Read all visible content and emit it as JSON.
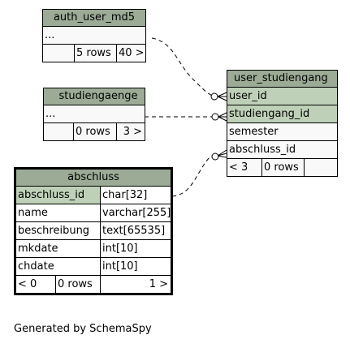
{
  "tables": {
    "auth_user_md5": {
      "title": "auth_user_md5",
      "ellipsis": "...",
      "footer": {
        "left": "",
        "rows": "5 rows",
        "right": "40 >"
      }
    },
    "studiengaenge": {
      "title": "studiengaenge",
      "ellipsis": "...",
      "footer": {
        "left": "",
        "rows": "0 rows",
        "right": "3 >"
      }
    },
    "user_studiengang": {
      "title": "user_studiengang",
      "columns": [
        "user_id",
        "studiengang_id",
        "semester",
        "abschluss_id"
      ],
      "footer": {
        "left": "< 3",
        "rows": "0 rows",
        "right": ""
      }
    },
    "abschluss": {
      "title": "abschluss",
      "columns": [
        {
          "name": "abschluss_id",
          "type": "char[32]"
        },
        {
          "name": "name",
          "type": "varchar[255]"
        },
        {
          "name": "beschreibung",
          "type": "text[65535]"
        },
        {
          "name": "mkdate",
          "type": "int[10]"
        },
        {
          "name": "chdate",
          "type": "int[10]"
        }
      ],
      "footer": {
        "left": "< 0",
        "rows": "0 rows",
        "right": "1 >"
      }
    }
  },
  "generated_by": "Generated by SchemaSpy",
  "colors": {
    "header": "#9bab96",
    "key_row": "#bed1b8",
    "body": "#f9f9f9"
  }
}
